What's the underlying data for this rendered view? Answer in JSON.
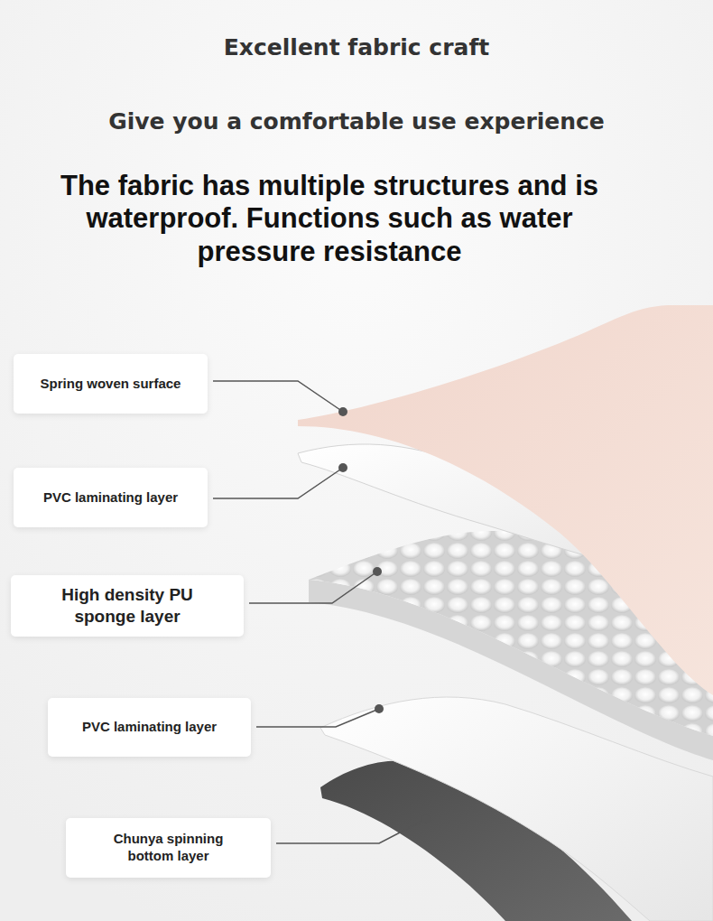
{
  "diagram": {
    "title": "Excellent fabric craft",
    "nodes": [
      {
        "text": [
          "Spring woven surface"
        ]
      },
      {
        "text": [
          "PVC laminating layer"
        ]
      },
      {
        "text": [
          "High density PU sponge layer"
        ]
      },
      {
        "text": [
          "PVC laminating layer"
        ]
      },
      {
        "text": [
          "Chunya spinning bottom layer"
        ]
      }
    ],
    "labels": [
      "Give you a comfortable use experience",
      "The fabric has multiple structures and is waterproof. Functions such as water pressure resistance"
    ]
  }
}
